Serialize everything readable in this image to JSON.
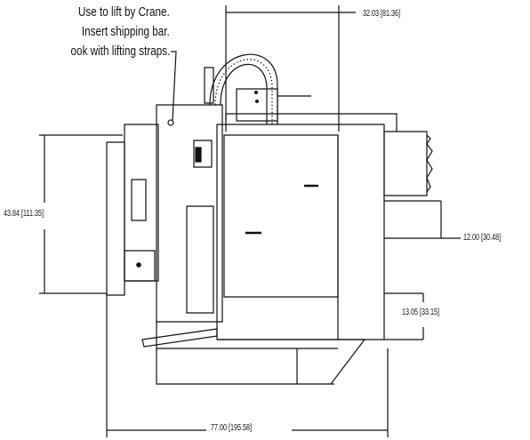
{
  "note": {
    "line1": "Use to lift by Crane.",
    "line2": "Insert shipping bar.",
    "line3": "ook with lifting straps."
  },
  "dimensions": {
    "top_width": "32.03 [81.36]",
    "overall_height": "43.84 [111.35]",
    "right_offset": "12.00 [30.48]",
    "base_height": "13.05 [33.15]",
    "overall_width": "77.00 [195.58]"
  }
}
